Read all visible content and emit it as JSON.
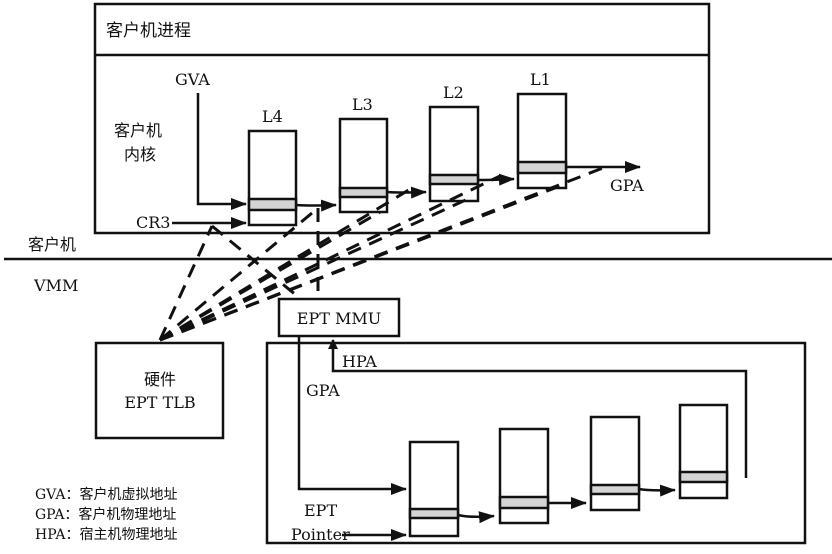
{
  "diagram": {
    "guest_process_label": "客户机进程",
    "guest_kernel_label": [
      "客户机",
      "内核"
    ],
    "gva_label": "GVA",
    "cr3_label": "CR3",
    "gpa_out_label": "GPA",
    "guest_pt_levels": [
      "L4",
      "L3",
      "L2",
      "L1"
    ],
    "boundary_guest_label": "客户机",
    "boundary_vmm_label": "VMM",
    "ept_mmu_label": "EPT MMU",
    "ept_tlb_label": [
      "硬件",
      "EPT TLB"
    ],
    "hpa_label": "HPA",
    "gpa_in_label": "GPA",
    "ept_pointer_label": [
      "EPT",
      "Pointer"
    ],
    "legend": [
      "GVA：客户机虚拟地址",
      "GPA：客户机物理地址",
      "HPA：宿主机物理地址"
    ]
  }
}
